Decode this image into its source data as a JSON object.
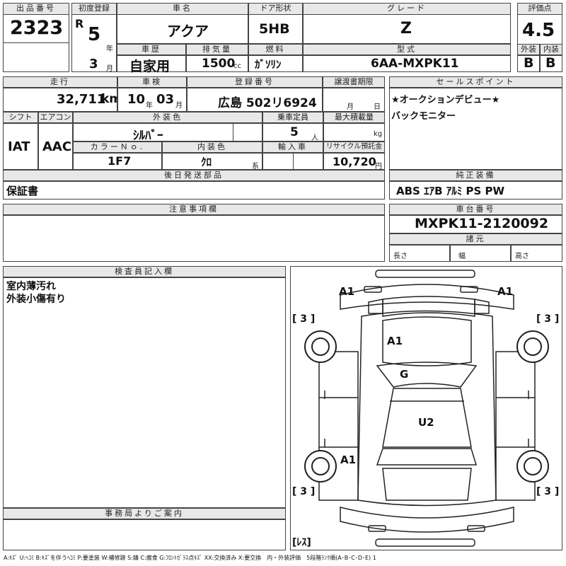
{
  "lot": {
    "label": "出品番号",
    "value": "2323"
  },
  "first_reg": {
    "label": "初度登録",
    "era": "R",
    "year": "5",
    "year_unit": "年",
    "month": "3",
    "month_unit": "月"
  },
  "car_name": {
    "label": "車名",
    "value": "アクア"
  },
  "door": {
    "label": "ドア形状",
    "value": "5HB"
  },
  "grade": {
    "label": "グレード",
    "value": "Z"
  },
  "score": {
    "label": "評価点",
    "value": "4.5",
    "ext_label": "外装",
    "ext_value": "B",
    "int_label": "内装",
    "int_value": "B"
  },
  "history": {
    "label": "車歴",
    "value": "自家用"
  },
  "displacement": {
    "label": "排気量",
    "value": "1500",
    "unit": "cc"
  },
  "fuel": {
    "label": "燃料",
    "value": "ｶﾞｿﾘﾝ"
  },
  "model": {
    "label": "型式",
    "value": "6AA-MXPK11"
  },
  "mileage": {
    "label": "走行",
    "value": "32,711",
    "unit": "km"
  },
  "inspection": {
    "label": "車検",
    "year": "10",
    "year_unit": "年",
    "month": "03",
    "month_unit": "月"
  },
  "plate": {
    "label": "登録番号",
    "value": "広島 502リ6924"
  },
  "transfer": {
    "label": "譲渡書期限",
    "month_unit": "月",
    "day_unit": "日"
  },
  "sales_point": {
    "label": "セールスポイント",
    "lines": [
      "★オークションデビュー★",
      "バックモニター"
    ]
  },
  "shift": {
    "label": "シフト",
    "value": "IAT"
  },
  "aircon": {
    "label": "エアコン",
    "value": "AAC"
  },
  "exterior_color": {
    "label": "外装色",
    "value": "ｼﾙﾊﾞｰ"
  },
  "capacity": {
    "label": "乗車定員",
    "value": "5",
    "unit": "人"
  },
  "max_load": {
    "label": "最大積載量",
    "unit": "kg"
  },
  "color_no": {
    "label": "カラーＮｏ.",
    "value": "1F7"
  },
  "interior_color": {
    "label": "内装色",
    "value": "ｸﾛ",
    "unit": "系"
  },
  "import": {
    "label": "輸入車"
  },
  "recycle": {
    "label": "リサイクル預託金",
    "value": "10,720",
    "unit": "円"
  },
  "later_parts": {
    "label": "後日発送部品",
    "value": "保証書"
  },
  "equipment": {
    "label": "純正装備",
    "value": "ABS ｴｱB ｱﾙﾐ PS PW"
  },
  "notes": {
    "label": "注意事項欄"
  },
  "chassis": {
    "label": "車台番号",
    "value": "MXPK11-2120092"
  },
  "dims": {
    "label": "諸元",
    "length_label": "長さ",
    "width_label": "幅",
    "height_label": "高さ"
  },
  "inspector": {
    "label": "検査員記入欄",
    "lines": [
      "室内薄汚れ",
      "外装小傷有り"
    ]
  },
  "office": {
    "label": "事務局よりご案内"
  },
  "diagram_marks": {
    "a1_front_left": "A1",
    "a1_front_right": "A1",
    "a1_hood": "A1",
    "g_windshield": "G",
    "u2_roof": "U2",
    "a1_rear_left": "A1",
    "tire_fl": "[ 3 ]",
    "tire_fr": "[ 3 ]",
    "tire_rl": "[ 3 ]",
    "tire_rr": "[ 3 ]",
    "spare": "[ﾚｽ]"
  },
  "legend": "A:ｷｽﾞ U:ﾍｺﾐ B:ｷｽﾞを伴うﾍｺﾐ P:要塗装 W:補修跡 S:錆 C:腐食 G:ﾌﾛﾝﾄｶﾞﾗｽ点ｷｽﾞ XX:交換済み X:要交換　内・外装評価　5段階ﾗﾝｸ順(A･B･C･D･E) 1"
}
